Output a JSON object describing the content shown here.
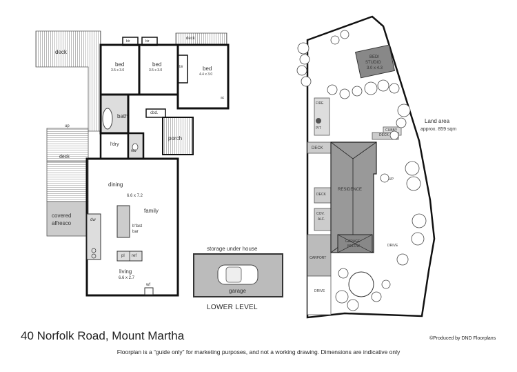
{
  "address": "40 Norfolk Road, Mount Martha",
  "credit": "©Produced by DND Floorplans",
  "disclaimer": "Floorplan is a  “guide only” for marketing purposes, and not a working drawing.  Dimensions are indicative only",
  "lower_level_heading": "LOWER LEVEL",
  "floor_plan": {
    "deck_top_left": "deck",
    "deck_top": "deck",
    "deck_left": "deck",
    "up": "up",
    "covered_alfresco": [
      "covered",
      "alfresco"
    ],
    "bed1": {
      "name": "bed",
      "size": "3.5 x 3.0"
    },
    "bed2": {
      "name": "bed",
      "size": "3.5 x 3.0"
    },
    "bed3": {
      "name": "bed",
      "size": "4.4 x 3.0"
    },
    "bir": "bir",
    "ac": "ac",
    "bath": "bath",
    "ldry": "l'dry",
    "wc": "wc",
    "cbd": "cbd.",
    "porch": "porch",
    "dining": {
      "name": "dining",
      "size": "6.6 x 7.2"
    },
    "family": "family",
    "dw": "dw",
    "bfast": [
      "b'fast",
      "bar"
    ],
    "pl": "pl",
    "ref": "ref",
    "living": {
      "name": "living",
      "size": "6.6 x 2.7"
    },
    "wf": "wf"
  },
  "lower_level": {
    "storage": "storage under house",
    "garage": "garage"
  },
  "site_plan": {
    "bed_studio": [
      "BED/",
      "STUDIO",
      "3.0 x 4.3"
    ],
    "fire_pit": [
      "FIRE",
      "PIT"
    ],
    "cubby": "CUBBY",
    "deck": "DECK",
    "land_area": [
      "Land area",
      "approx. 859 sqm"
    ],
    "residence": "RESIDENCE",
    "garage_below": [
      "GARAGE",
      "BELOW"
    ],
    "cov_alf": [
      "COV.",
      "ALF."
    ],
    "carport": "CARPORT",
    "drive": "DRIVE",
    "up": "UP"
  }
}
